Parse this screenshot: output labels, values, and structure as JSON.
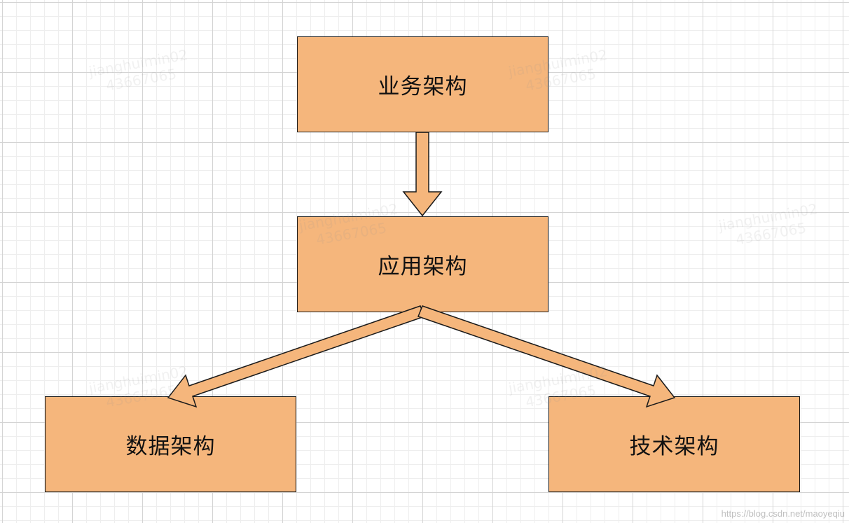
{
  "nodes": {
    "business": "业务架构",
    "application": "应用架构",
    "data": "数据架构",
    "technology": "技术架构"
  },
  "watermark": {
    "line1": "jianghuimin02",
    "line2": "43667065"
  },
  "source_url": "https://blog.csdn.net/maoyeqiu",
  "colors": {
    "node_fill": "#f5b67c",
    "node_border": "#1a1a1a",
    "arrow_fill": "#f5b67c"
  },
  "edges": [
    {
      "from": "business",
      "to": "application"
    },
    {
      "from": "application",
      "to": "data"
    },
    {
      "from": "application",
      "to": "technology"
    }
  ]
}
